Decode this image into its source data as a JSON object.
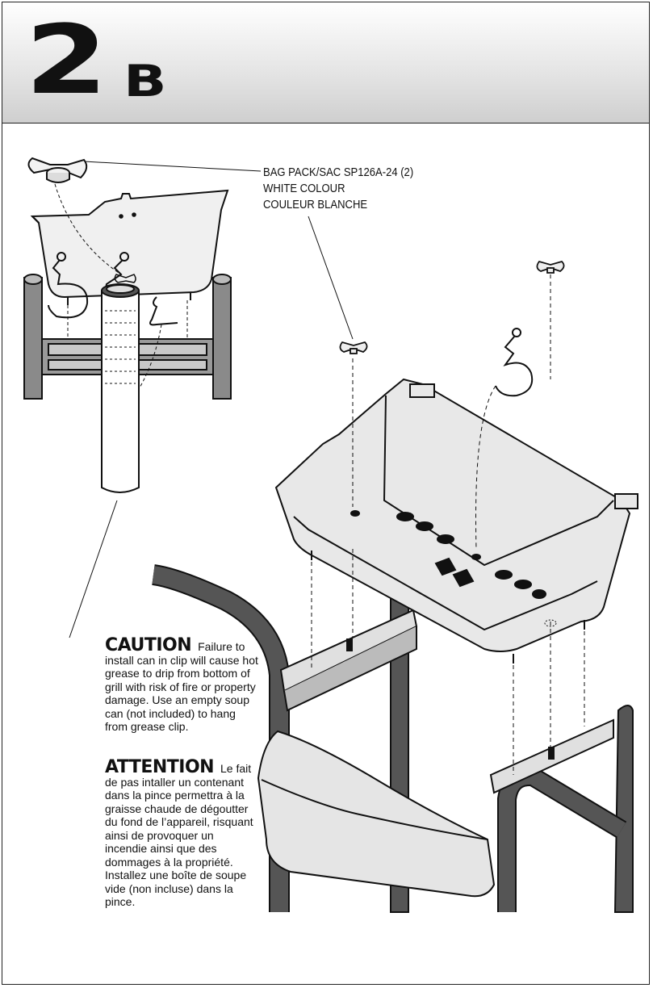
{
  "step": {
    "number": "2",
    "letter": "B"
  },
  "callout": {
    "line1": "BAG PACK/SAC SP126A-24 (2)",
    "line2": "WHITE COLOUR",
    "line3": "COULEUR BLANCHE"
  },
  "caution": {
    "heading": "CAUTION",
    "text": "Failure to install can in clip will cause hot grease to drip from bottom of grill with risk of fire or property damage. Use an empty soup can (not included) to hang from grease clip."
  },
  "attention": {
    "heading": "ATTENTION",
    "text": "Le fait de pas intaller un contenant dans la pince permettra à la graisse chaude de dégoutter du fond de l’appareil, risquant ainsi de provoquer un incendie ainsi que des dommages à la propriété. Installez une boîte de soupe vide (non incluse) dans la pince."
  },
  "colors": {
    "line": "#111111",
    "fill": "#e9e9e9",
    "frame_fill": "#555555"
  },
  "icons": [
    "wing-nut-icon",
    "grease-tray-illustration",
    "grease-clip-icon",
    "soup-can-icon",
    "grill-frame-illustration"
  ]
}
